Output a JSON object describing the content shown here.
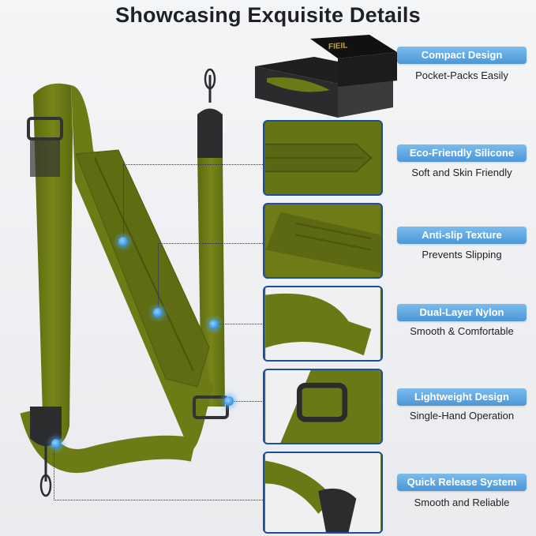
{
  "header": {
    "title": "Showcasing Exquisite Details"
  },
  "package": {
    "brand_label": "FIEIL"
  },
  "features": [
    {
      "title": "Compact Design",
      "subtitle": "Pocket-Packs Easily"
    },
    {
      "title": "Eco-Friendly Silicone",
      "subtitle": "Soft and Skin Friendly"
    },
    {
      "title": "Anti-slip Texture",
      "subtitle": "Prevents Slipping"
    },
    {
      "title": "Dual-Layer Nylon",
      "subtitle": "Smooth & Comfortable"
    },
    {
      "title": "Lightweight Design",
      "subtitle": "Single-Hand Operation"
    },
    {
      "title": "Quick Release System",
      "subtitle": "Smooth and Reliable"
    }
  ],
  "colors": {
    "strap": "#6b7a16",
    "accent": "#4b97d8",
    "frame": "#1c4f9c"
  }
}
